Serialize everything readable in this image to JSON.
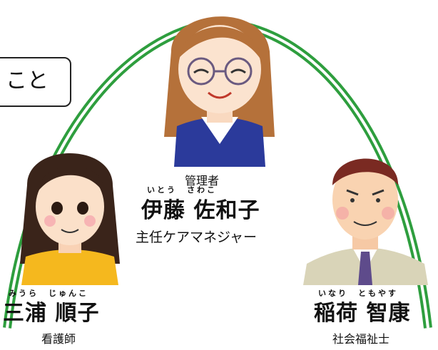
{
  "speech_bubble": {
    "text": "こと"
  },
  "manager": {
    "role": "管理者",
    "ruby": "いとう　さわこ",
    "name": "伊藤 佐和子",
    "subtitle": "主任ケアマネジャー"
  },
  "nurse": {
    "ruby": "みうら　じゅんこ",
    "name": "三浦 順子",
    "role": "看護師"
  },
  "social_worker": {
    "ruby": "いなり　ともやす",
    "name": "稲荷 智康",
    "role": "社会福祉士"
  },
  "colors": {
    "arch_green": "#2e9e3e",
    "arch_white": "#ffffff"
  }
}
